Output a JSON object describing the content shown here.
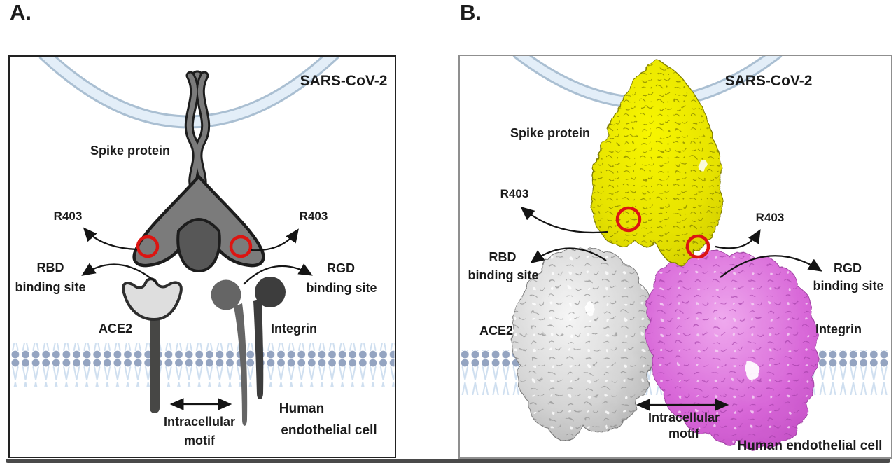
{
  "figure": {
    "description_domain": "Diagram",
    "colors": {
      "spike_cartoon_gray": "#7b7b7b",
      "spike_cartoon_dark_lobe": "#575757",
      "integrin_cartoon_left": "#656565",
      "integrin_cartoon_right": "#3d3d3d",
      "ace2_cartoon_light": "#dedede",
      "ace2_stem_dark": "#474745",
      "spike_surface_yellow": "#e8e400",
      "ace2_surface_gray": "#c9c9c9",
      "integrin_surface_magenta": "#d65fd6",
      "membrane_head_blue": "#94a4c1",
      "membrane_tail_blue": "#cfdff0",
      "virus_envelope_blue": "#e3eef8",
      "virus_envelope_edge": "#aabfd2",
      "highlight_ring_red": "#dc1512",
      "arrow_black": "#141414"
    },
    "panel_a": {
      "panel_label": "A.",
      "virus_label": "SARS-CoV-2",
      "spike_label": "Spike protein",
      "r403_left_label": "R403",
      "r403_right_label": "R403",
      "rbd_site_line1": "RBD",
      "rbd_site_line2": "binding site",
      "rgd_site_line1": "RGD",
      "rgd_site_line2": "binding site",
      "ace2_label": "ACE2",
      "integrin_label": "Integrin",
      "intracellular_line1": "Intracellular",
      "intracellular_line2": "motif",
      "cell_label_line1": "Human",
      "cell_label_line2": "endothelial cell"
    },
    "panel_b": {
      "panel_label": "B.",
      "virus_label": "SARS-CoV-2",
      "spike_label": "Spike protein",
      "r403_left_label": "R403",
      "r403_right_label": "R403",
      "rbd_site_line1": "RBD",
      "rbd_site_line2": "binding site",
      "rgd_site_line1": "RGD",
      "rgd_site_line2": "binding site",
      "ace2_label": "ACE2",
      "integrin_label": "Integrin",
      "intracellular_line1": "Intracellular",
      "intracellular_line2": "motif",
      "cell_label": "Human endothelial cell"
    }
  }
}
